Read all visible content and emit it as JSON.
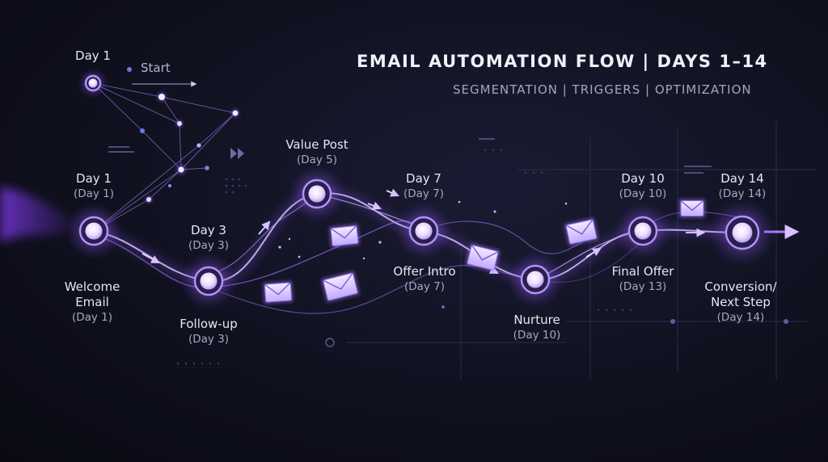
{
  "header": {
    "title": "EMAIL AUTOMATION FLOW | DAYS 1–14",
    "subtitle": "SEGMENTATION | TRIGGERS | OPTIMIZATION"
  },
  "start": {
    "day": "Day 1",
    "label": "Start"
  },
  "steps": [
    {
      "day": "Day 1",
      "day_sub": "(Day 1)",
      "name": "Welcome\nEmail",
      "name_sub": "(Day 1)"
    },
    {
      "day": "Day 3",
      "day_sub": "(Day 3)",
      "name": "Follow-up",
      "name_sub": "(Day 3)"
    },
    {
      "day": "Value Post",
      "day_sub": "(Day 5)"
    },
    {
      "day": "Day 7",
      "day_sub": "(Day 7)",
      "name": "Offer Intro",
      "name_sub": "(Day 7)"
    },
    {
      "name": "Nurture",
      "name_sub": "(Day 10)"
    },
    {
      "day": "Day 10",
      "day_sub": "(Day 10)",
      "name": "Final Offer",
      "name_sub": "(Day 13)"
    },
    {
      "day": "Day 14",
      "day_sub": "(Day 14)",
      "name": "Conversion/\nNext Step",
      "name_sub": "(Day 14)"
    }
  ],
  "icons": {
    "node": "circle-node-icon",
    "envelope": "envelope-icon",
    "chevrons": "double-chevron-icon"
  },
  "colors": {
    "accent": "#a57bff",
    "accent_light": "#d9c6ff",
    "background": "#0e0f1e"
  }
}
